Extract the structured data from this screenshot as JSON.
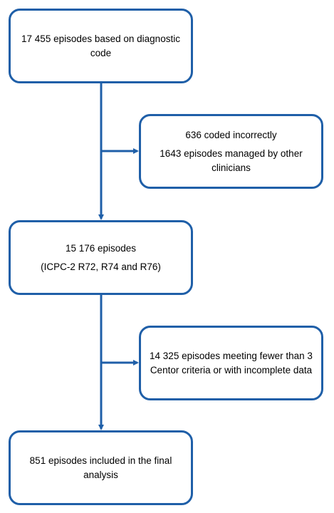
{
  "colors": {
    "box_border": "#1f5fa8",
    "arrow": "#1f5fa8"
  },
  "boxes": {
    "initial": {
      "text": "17 455 episodes based on diagnostic code"
    },
    "exclusion_1": {
      "line1": "636 coded incorrectly",
      "line2": "1643 episodes managed by other clinicians"
    },
    "eligible": {
      "line1": "15 176 episodes",
      "line2": "(ICPC-2 R72, R74 and R76)"
    },
    "exclusion_2": {
      "text": "14 325 episodes meeting fewer than 3 Centor criteria or with incomplete data"
    },
    "final": {
      "text": "851 episodes included in the final analysis"
    }
  }
}
